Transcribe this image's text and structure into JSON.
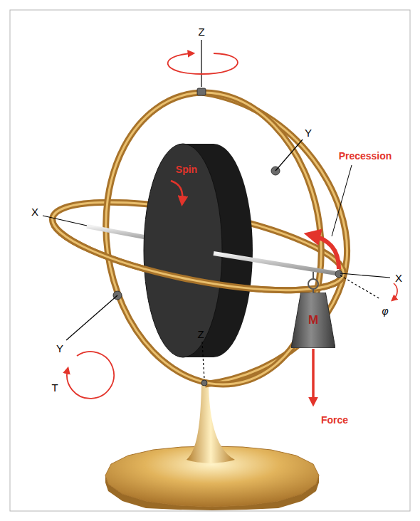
{
  "diagram": {
    "nodes": [
      {
        "text": [
          "M"
        ]
      }
    ],
    "labels": [
      "Z",
      "Spin",
      "Y",
      "X",
      "Precession",
      "X",
      "φ",
      "Y",
      "T",
      "Z",
      "Force"
    ]
  }
}
